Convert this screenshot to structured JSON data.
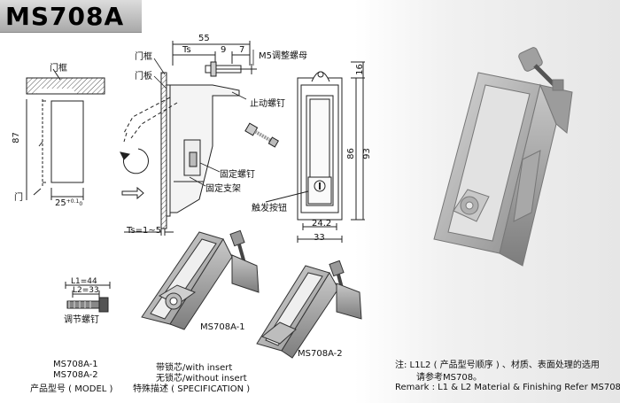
{
  "header": {
    "title": "MS708A"
  },
  "drawing": {
    "door_frame_label": "门框",
    "door_label": "门",
    "dim_87": "87",
    "dim_25": "25",
    "dim_25_sup": "+0.1",
    "dim_25_sub": "0",
    "top_frame_label": "门框",
    "door_panel_label": "门板",
    "dim_55": "55",
    "dim_ts": "Ts",
    "dim_9": "9",
    "dim_7": "7",
    "m5_label": "M5调整螺母",
    "stop_screw_label": "止动螺钉",
    "fix_screw_label": "固定螺钉",
    "fix_bracket_label": "固定支架",
    "ts_range": "Ts=1~5",
    "dim_16": "16",
    "dim_86": "86",
    "dim_93": "93",
    "trigger_label": "触发按钮",
    "dim_24_2": "24.2",
    "dim_33": "33",
    "l1": "L1=44",
    "l2": "L2=33",
    "adj_screw_label": "调节螺钉",
    "variant1_label": "MS708A-1",
    "variant2_label": "MS708A-2"
  },
  "model_table": {
    "model1": "MS708A-1",
    "model2": "MS708A-2",
    "model_header": "产品型号 ( MODEL )",
    "spec1": "带锁芯/with insert",
    "spec2": "无锁芯/without insert",
    "spec_header": "特殊描述 ( SPECIFICATION )"
  },
  "notes": {
    "note_cn_line1": "注:  L1L2 ( 产品型号顺序 ) 、材质、表面处理的选用",
    "note_cn_line2": "请参考MS708。",
    "remark_en": "Remark : L1 & L2 Material & Finishing Refer MS708"
  }
}
